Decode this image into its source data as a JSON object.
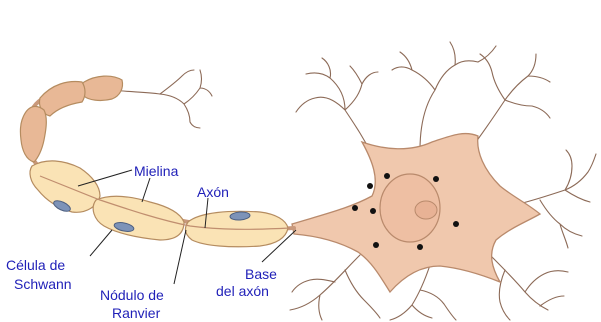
{
  "labels": {
    "myelin": "Mielina",
    "axon": "Axón",
    "schwann_line1": "Célula de",
    "schwann_line2": "Schwann",
    "node_line1": "Nódulo de",
    "node_line2": "Ranvier",
    "hillock_line1": "Base",
    "hillock_line2": "del axón"
  },
  "colors": {
    "label_text": "#1f1fb8",
    "soma_fill": "#f0c8ad",
    "soma_stroke": "#b98a6c",
    "myelin_fill": "#fae3b5",
    "myelin_stroke": "#b58c60",
    "myelin_far_fill": "#e8b896",
    "dendrite": "#8c6a57",
    "schwann_nucleus": "#7d93b8",
    "granules": "#111111"
  }
}
